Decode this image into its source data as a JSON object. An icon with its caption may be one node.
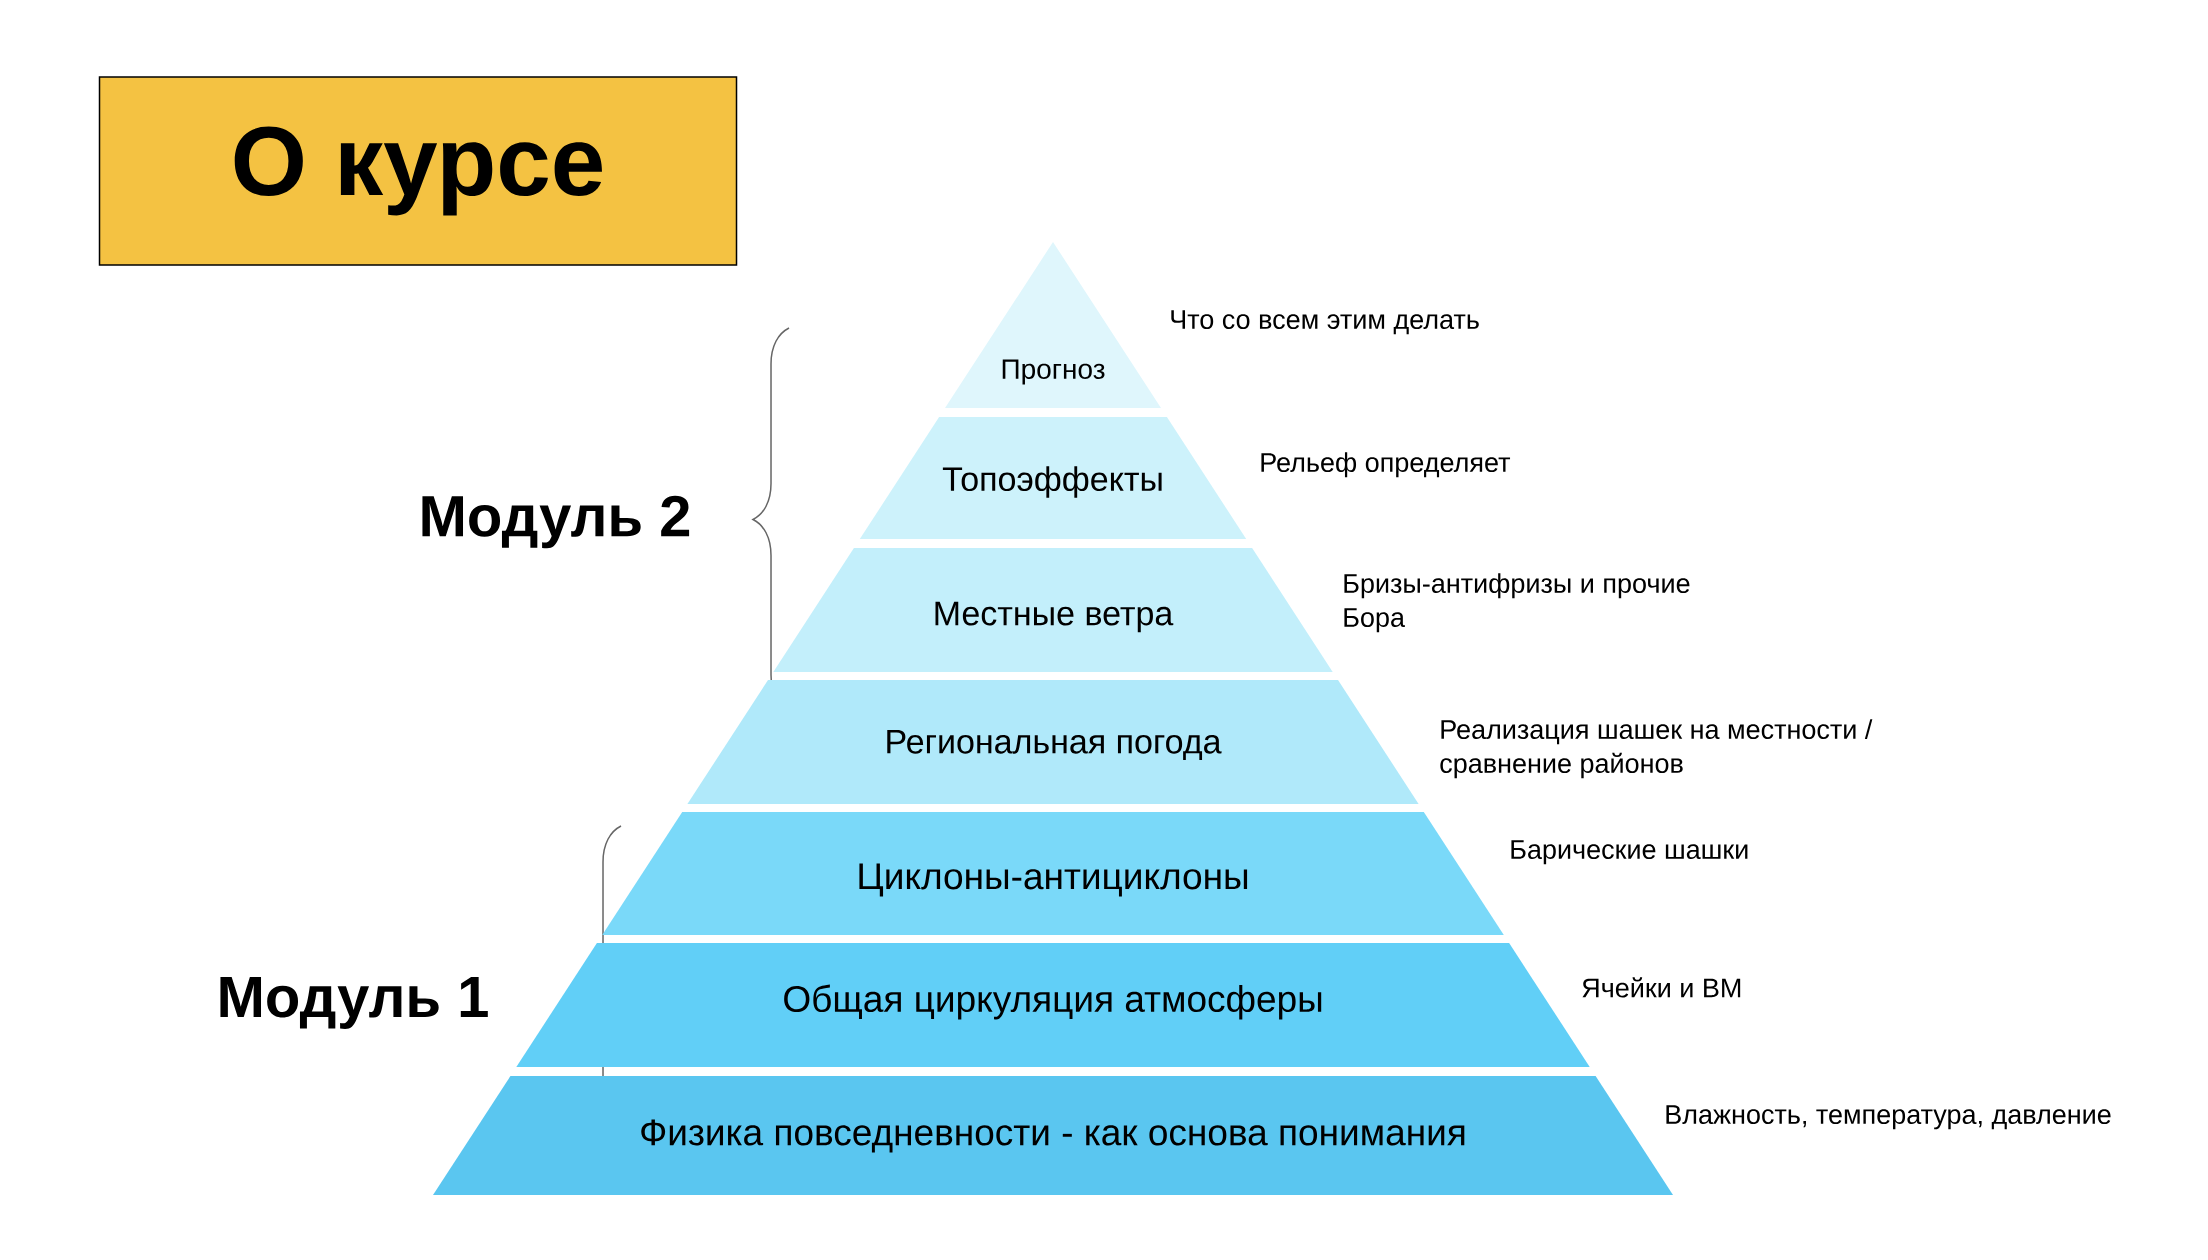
{
  "diagram": {
    "title": "О курсе",
    "nodes": [
      {
        "text": [
          "Прогноз"
        ],
        "beside": [
          "Что со всем этим делать"
        ]
      },
      {
        "text": [
          "Топоэффекты"
        ],
        "beside": [
          "Рельеф определяет"
        ]
      },
      {
        "text": [
          "Местные ветра"
        ],
        "beside": [
          "Бризы-антифризы и прочие Бора"
        ]
      },
      {
        "text": [
          "Региональная погода"
        ],
        "beside": [
          "Реализация шашек на местности / сравнение районов"
        ]
      },
      {
        "text": [
          "Циклоны-антициклоны"
        ],
        "beside": [
          "Барические шашки"
        ]
      },
      {
        "text": [
          "Общая циркуляция атмосферы"
        ],
        "beside": [
          "Ячейки и ВМ"
        ]
      },
      {
        "text": [
          "Физика повседневности - как основа понимания"
        ],
        "beside": [
          "Влажность, температура, давление"
        ]
      }
    ],
    "labels": [
      "Модуль 2",
      "Модуль 1"
    ]
  }
}
